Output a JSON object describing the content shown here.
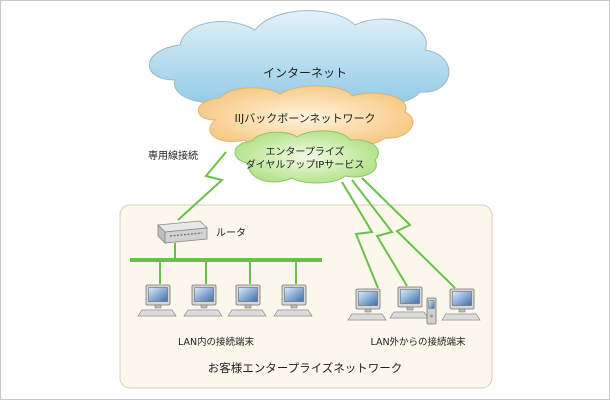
{
  "diagram": {
    "internet_label": "インターネット",
    "backbone_label": "IIJバックボーンネットワーク",
    "dialup_label_line1": "エンタープライズ",
    "dialup_label_line2": "ダイヤルアップIPサービス",
    "leased_line_label": "専用線接続",
    "router_label": "ルータ",
    "lan_terminals_label": "LAN内の接続端末",
    "remote_terminals_label": "LAN外からの接続端末",
    "enterprise_network_label": "お客様エンタープライズネットワーク"
  }
}
